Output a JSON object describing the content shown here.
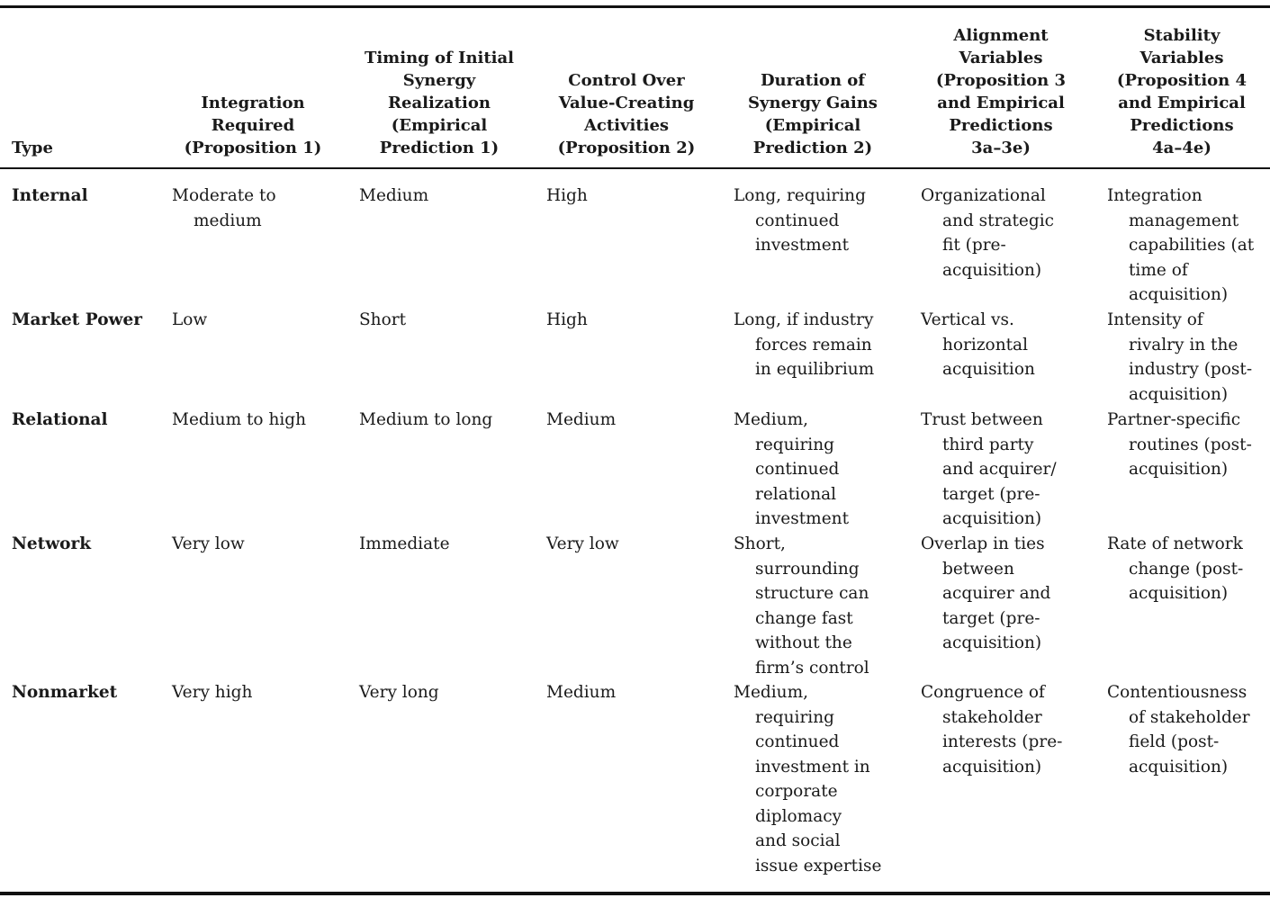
{
  "table": {
    "headers": [
      "Type",
      "Integration\nRequired\n(Proposition 1)",
      "Timing of Initial\nSynergy\nRealization\n(Empirical\nPrediction 1)",
      "Control Over\nValue-Creating\nActivities\n(Proposition 2)",
      "Duration of\nSynergy Gains\n(Empirical\nPrediction 2)",
      "Alignment\nVariables\n(Proposition 3\nand Empirical\nPredictions\n3a–3e)",
      "Stability\nVariables\n(Proposition 4\nand Empirical\nPredictions\n4a–4e)"
    ],
    "rows": [
      {
        "type": "Internal",
        "integration": "Moderate to\nmedium",
        "timing": "Medium",
        "control": "High",
        "duration": "Long, requiring\ncontinued\ninvestment",
        "alignment": "Organizational\nand strategic\nfit (pre-\nacquisition)",
        "stability": "Integration\nmanagement\ncapabilities (at\ntime of\nacquisition)"
      },
      {
        "type": "Market Power",
        "integration": "Low",
        "timing": "Short",
        "control": "High",
        "duration": "Long, if industry\nforces remain\nin equilibrium",
        "alignment": "Vertical vs.\nhorizontal\nacquisition",
        "stability": "Intensity of\nrivalry in the\nindustry (post-\nacquisition)"
      },
      {
        "type": "Relational",
        "integration": "Medium to high",
        "timing": "Medium to long",
        "control": "Medium",
        "duration": "Medium,\nrequiring\ncontinued\nrelational\ninvestment",
        "alignment": "Trust between\nthird party\nand acquirer/\ntarget (pre-\nacquisition)",
        "stability": "Partner-specific\nroutines (post-\nacquisition)"
      },
      {
        "type": "Network",
        "integration": "Very low",
        "timing": "Immediate",
        "control": "Very low",
        "duration": "Short,\nsurrounding\nstructure can\nchange fast\nwithout the\nfirm’s control",
        "alignment": "Overlap in ties\nbetween\nacquirer and\ntarget (pre-\nacquisition)",
        "stability": "Rate of network\nchange (post-\nacquisition)"
      },
      {
        "type": "Nonmarket",
        "integration": "Very high",
        "timing": "Very long",
        "control": "Medium",
        "duration": "Medium,\nrequiring\ncontinued\ninvestment in\ncorporate\ndiplomacy\nand social\nissue expertise",
        "alignment": "Congruence of\nstakeholder\ninterests (pre-\nacquisition)",
        "stability": "Contentiousness\nof stakeholder\nfield (post-\nacquisition)"
      }
    ]
  }
}
